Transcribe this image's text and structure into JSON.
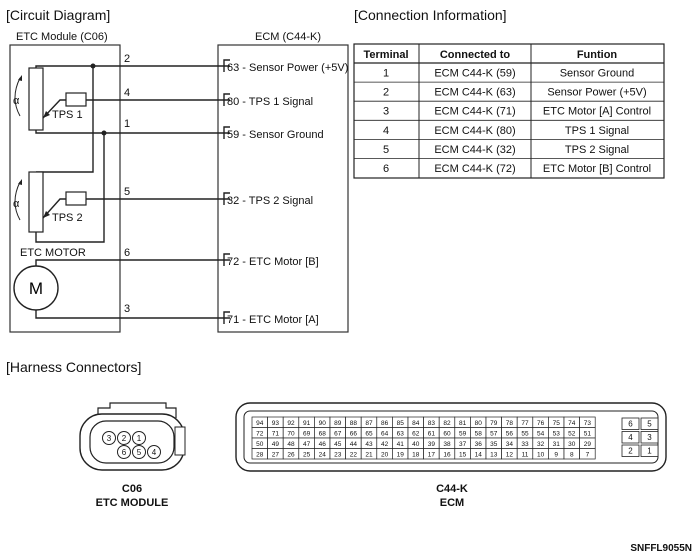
{
  "circuit": {
    "title": "[Circuit Diagram]",
    "etc_module_label": "ETC Module (C06)",
    "ecm_label": "ECM (C44-K)",
    "tps1_label": "TPS 1",
    "tps2_label": "TPS 2",
    "alpha": "α",
    "motor_label": "ETC MOTOR",
    "motor_symbol": "M",
    "wires": [
      {
        "module_pin": "2",
        "ecm_pin": "63",
        "signal": "63 - Sensor Power (+5V)"
      },
      {
        "module_pin": "4",
        "ecm_pin": "80",
        "signal": "80 - TPS 1 Signal"
      },
      {
        "module_pin": "1",
        "ecm_pin": "59",
        "signal": "59 - Sensor Ground"
      },
      {
        "module_pin": "5",
        "ecm_pin": "32",
        "signal": "32 - TPS 2 Signal"
      },
      {
        "module_pin": "6",
        "ecm_pin": "72",
        "signal": "72 - ETC Motor [B]"
      },
      {
        "module_pin": "3",
        "ecm_pin": "71",
        "signal": "71 - ETC Motor [A]"
      }
    ]
  },
  "connection": {
    "title": "[Connection Information]",
    "headers": [
      "Terminal",
      "Connected to",
      "Funtion"
    ],
    "rows": [
      [
        "1",
        "ECM C44-K (59)",
        "Sensor Ground"
      ],
      [
        "2",
        "ECM C44-K (63)",
        "Sensor Power (+5V)"
      ],
      [
        "3",
        "ECM C44-K (71)",
        "ETC Motor [A] Control"
      ],
      [
        "4",
        "ECM C44-K (80)",
        "TPS 1 Signal"
      ],
      [
        "5",
        "ECM C44-K (32)",
        "TPS 2 Signal"
      ],
      [
        "6",
        "ECM C44-K (72)",
        "ETC Motor [B] Control"
      ]
    ]
  },
  "harness": {
    "title": "[Harness Connectors]",
    "c06": {
      "code": "C06",
      "name": "ETC MODULE",
      "top_pins": [
        "3",
        "2",
        "1"
      ],
      "bottom_pins": [
        "6",
        "5",
        "4"
      ]
    },
    "ecm": {
      "code": "C44-K",
      "name": "ECM",
      "rows": [
        [
          "94",
          "93",
          "92",
          "91",
          "90",
          "89",
          "88",
          "87",
          "86",
          "85",
          "84",
          "83",
          "82",
          "81",
          "80",
          "79",
          "78",
          "77",
          "76",
          "75",
          "74",
          "73"
        ],
        [
          "72",
          "71",
          "70",
          "69",
          "68",
          "67",
          "66",
          "65",
          "64",
          "63",
          "62",
          "61",
          "60",
          "59",
          "58",
          "57",
          "56",
          "55",
          "54",
          "53",
          "52",
          "51"
        ],
        [
          "50",
          "49",
          "48",
          "47",
          "46",
          "45",
          "44",
          "43",
          "42",
          "41",
          "40",
          "39",
          "38",
          "37",
          "36",
          "35",
          "34",
          "33",
          "32",
          "31",
          "30",
          "29"
        ],
        [
          "28",
          "27",
          "26",
          "25",
          "24",
          "23",
          "22",
          "21",
          "20",
          "19",
          "18",
          "17",
          "16",
          "15",
          "14",
          "13",
          "12",
          "11",
          "10",
          "9",
          "8",
          "7"
        ]
      ],
      "side_pins": [
        [
          "6",
          "5"
        ],
        [
          "4",
          "3"
        ],
        [
          "2",
          "1"
        ]
      ]
    }
  },
  "figure_id": "SNFFL9055N"
}
